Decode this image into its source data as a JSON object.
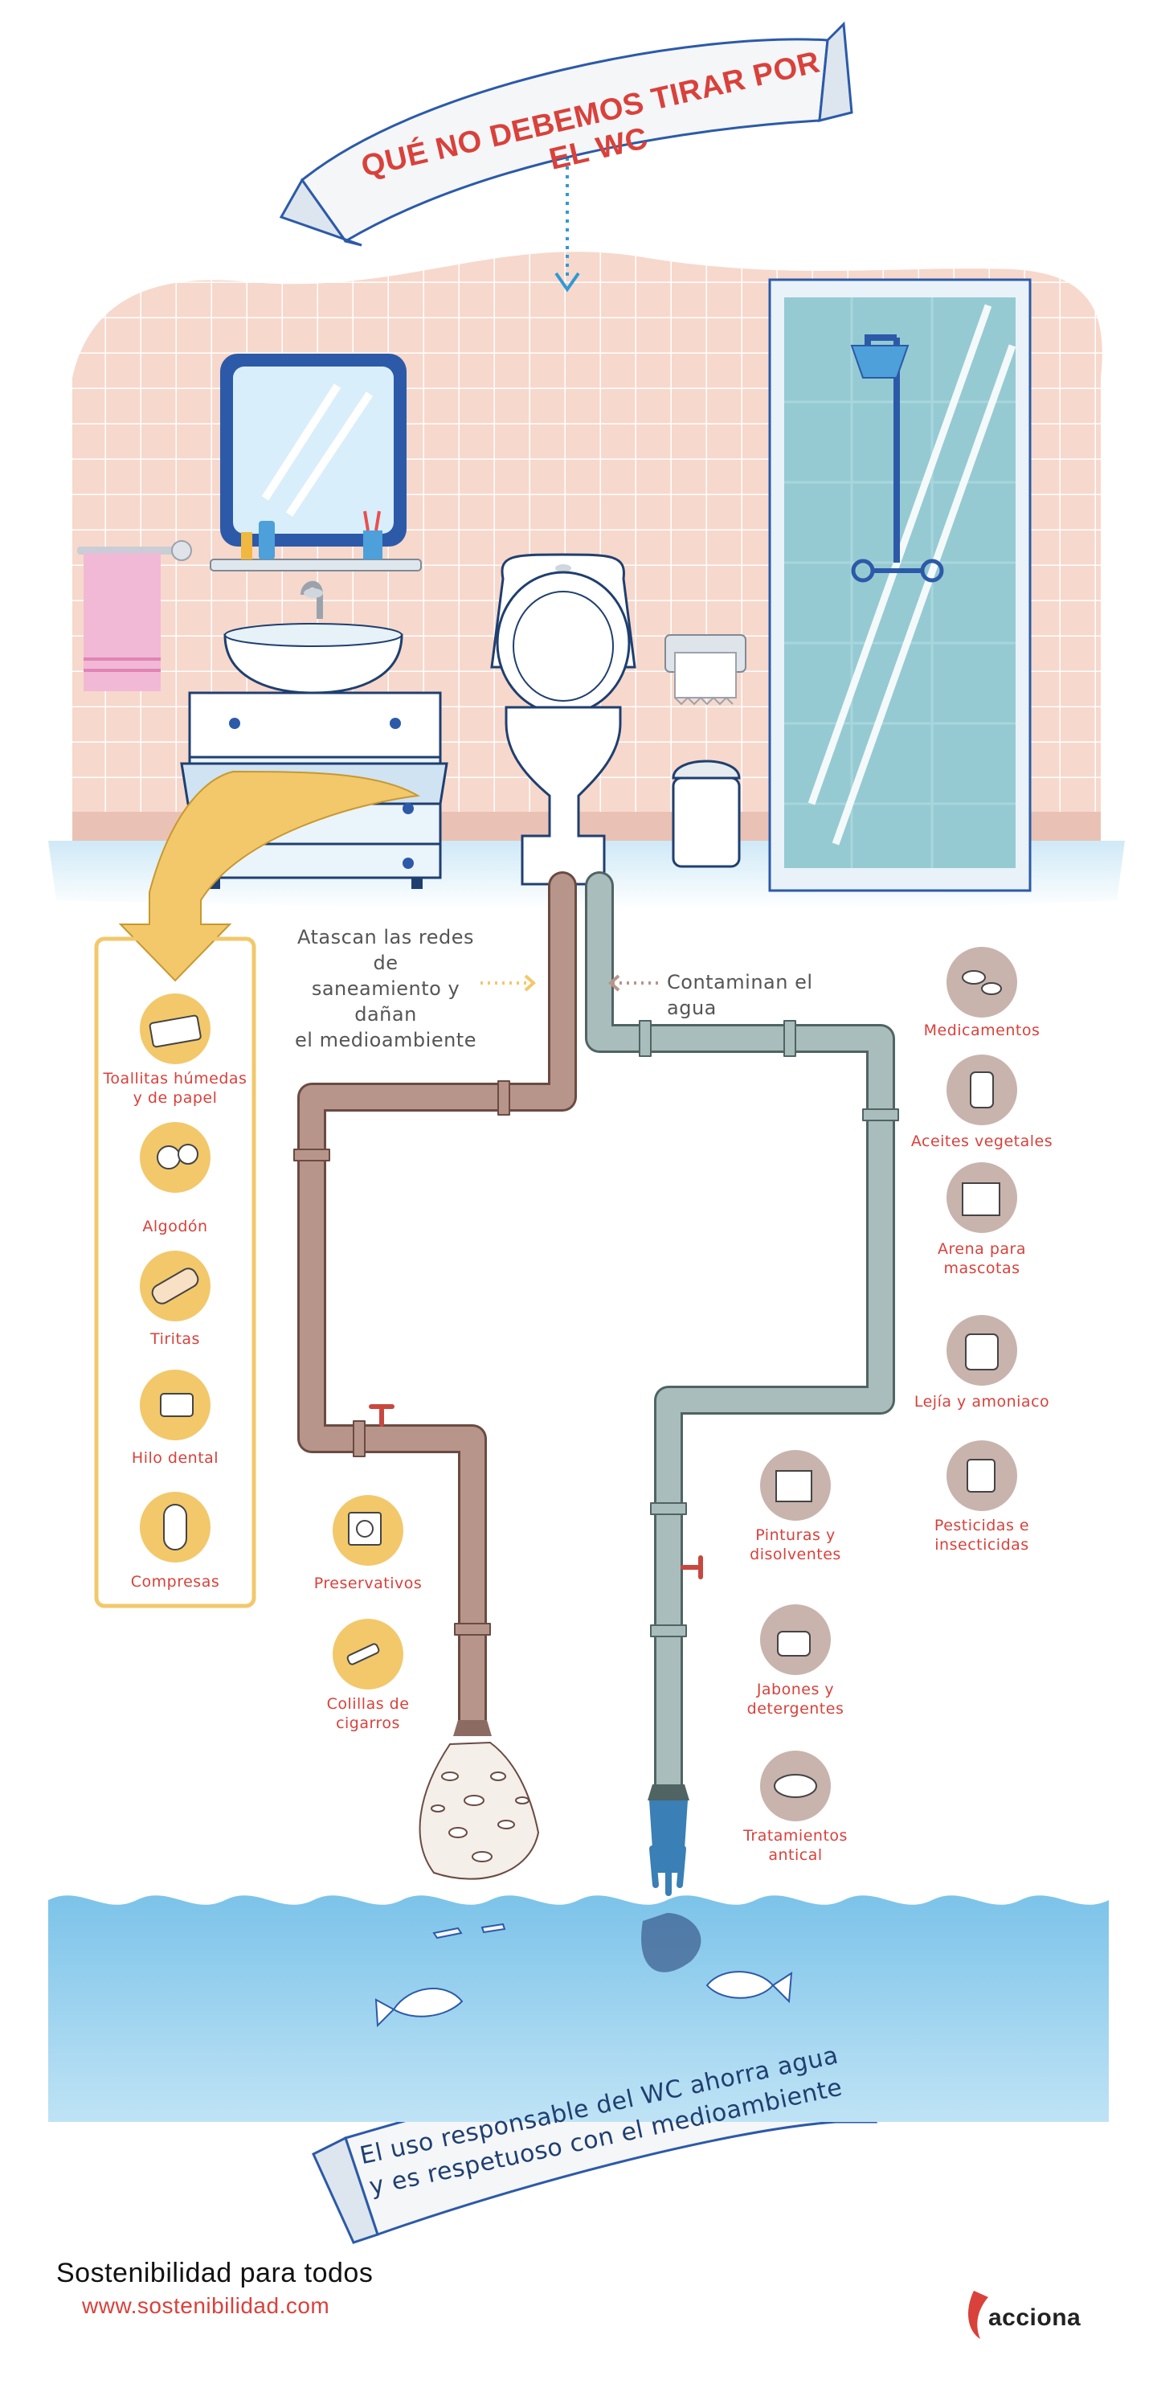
{
  "title": "QUÉ NO DEBEMOS TIRAR POR EL WC",
  "callouts": {
    "left": [
      "Atascan las redes de",
      "saneamiento y dañan",
      "el medioambiente"
    ],
    "right": "Contaminan el agua"
  },
  "items_left": [
    {
      "icon": "wet-wipes-icon",
      "label": [
        "Toallitas húmedas",
        "y de papel"
      ]
    },
    {
      "icon": "cotton-icon",
      "label": [
        "Algodón"
      ]
    },
    {
      "icon": "bandage-icon",
      "label": [
        "Tiritas"
      ]
    },
    {
      "icon": "dental-floss-icon",
      "label": [
        "Hilo dental"
      ]
    },
    {
      "icon": "sanitary-pad-icon",
      "label": [
        "Compresas"
      ]
    }
  ],
  "items_middle": [
    {
      "icon": "condom-icon",
      "label": [
        "Preservativos"
      ]
    },
    {
      "icon": "cigarette-butts-icon",
      "label": [
        "Colillas de",
        "cigarros"
      ]
    }
  ],
  "items_chem_center": [
    {
      "icon": "paint-can-icon",
      "label": [
        "Pinturas y",
        "disolventes"
      ]
    },
    {
      "icon": "soap-icon",
      "label": [
        "Jabones y",
        "detergentes"
      ]
    },
    {
      "icon": "anti-limescale-icon",
      "label": [
        "Tratamientos",
        "antical"
      ]
    }
  ],
  "items_chem_right": [
    {
      "icon": "medicine-icon",
      "label": [
        "Medicamentos"
      ]
    },
    {
      "icon": "oil-bottle-icon",
      "label": [
        "Aceites vegetales"
      ]
    },
    {
      "icon": "cat-litter-icon",
      "label": [
        "Arena para",
        "mascotas"
      ]
    },
    {
      "icon": "bleach-icon",
      "label": [
        "Lejía y amoniaco"
      ]
    },
    {
      "icon": "pesticide-icon",
      "label": [
        "Pesticidas e",
        "insecticidas"
      ]
    }
  ],
  "bottom_banner": [
    "El uso responsable del WC ahorra agua",
    "y es respetuoso con el medioambiente"
  ],
  "footer": {
    "brand": "Sostenibilidad para todos",
    "url": "www.sostenibilidad.com",
    "logo": "acciona"
  },
  "colors": {
    "red": "#d9413b",
    "tile": "#f7d8cc",
    "water": "#7cc3e9",
    "pipe_brown": "#b8958a",
    "pipe_green": "#a8bdbc",
    "mustard": "#f2c86b"
  }
}
